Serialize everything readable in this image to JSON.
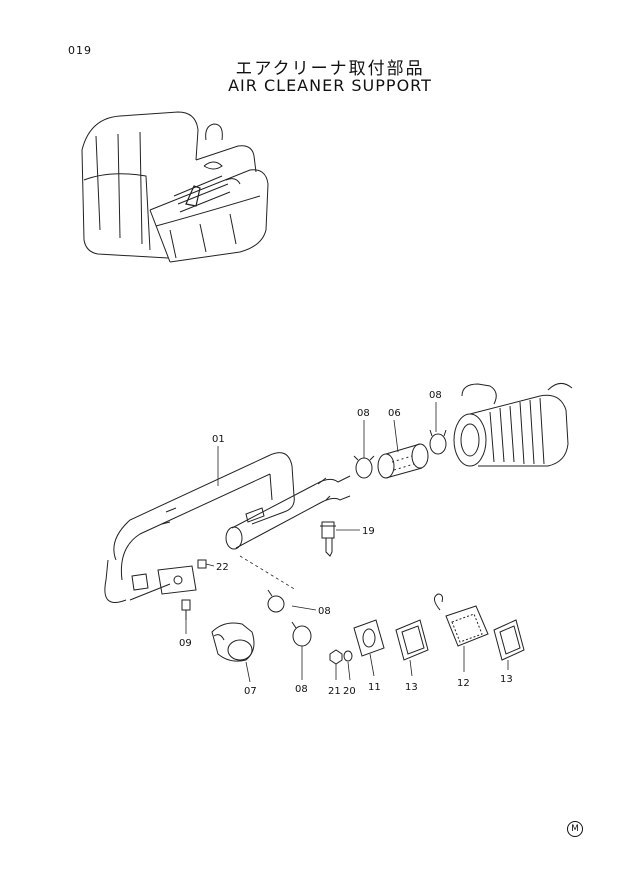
{
  "page_number": "019",
  "title_jp": "エアクリーナ取付部品",
  "title_en": "AIR  CLEANER  SUPPORT",
  "callouts": [
    "01",
    "06",
    "08",
    "08",
    "19",
    "22",
    "08",
    "09",
    "07",
    "08",
    "21",
    "20",
    "11",
    "13",
    "12",
    "13"
  ],
  "corner_mark": "M"
}
